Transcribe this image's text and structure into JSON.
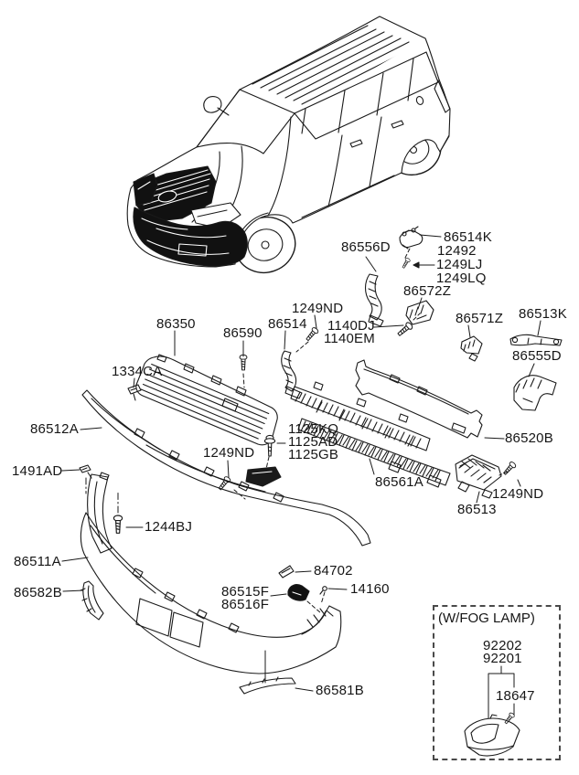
{
  "diagram": {
    "background": "#ffffff",
    "line_color": "#1a1a1a",
    "accent_fill": "#111111"
  },
  "fog_box": {
    "title": "(W/FOG LAMP)"
  },
  "part_labels": {
    "86514K": "86514K",
    "86556D": "86556D",
    "12492": "12492",
    "1249LJ": "1249LJ",
    "1249LQ": "1249LQ",
    "86572Z": "86572Z",
    "1249ND": "1249ND",
    "86513K": "86513K",
    "86571Z": "86571Z",
    "1140DJ": "1140DJ",
    "1140EM": "1140EM",
    "86350": "86350",
    "86514": "86514",
    "86590": "86590",
    "86555D": "86555D",
    "1334CA": "1334CA",
    "86512A": "86512A",
    "1125KQ": "1125KQ",
    "1125AD": "1125AD",
    "1125GB": "1125GB",
    "86520B": "86520B",
    "1491AD": "1491AD",
    "86561A": "86561A",
    "86513": "86513",
    "1244BJ": "1244BJ",
    "86511A": "86511A",
    "84702": "84702",
    "14160": "14160",
    "86582B": "86582B",
    "86515F": "86515F",
    "86516F": "86516F",
    "86581B": "86581B",
    "92202": "92202",
    "92201": "92201",
    "18647": "18647"
  }
}
